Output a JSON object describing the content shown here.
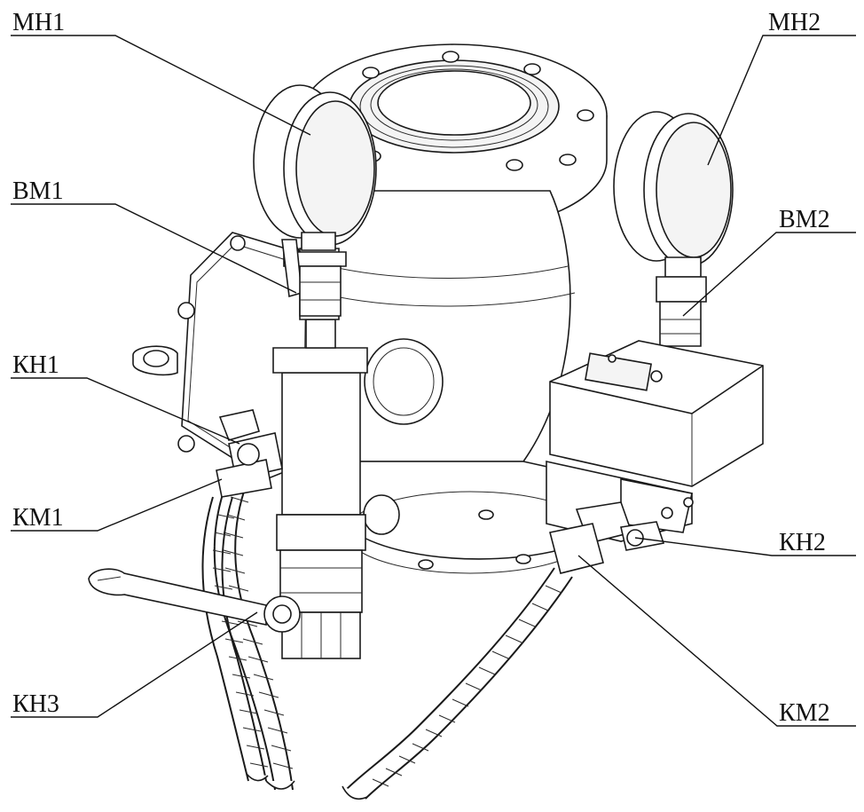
{
  "colors": {
    "line": "#1a1a1a",
    "paper": "#ffffff",
    "shade": "#f4f4f4"
  },
  "labels": {
    "mh1": "МН1",
    "mh2": "МН2",
    "bm1": "ВМ1",
    "bm2": "ВМ2",
    "kh1": "КН1",
    "kh2": "КН2",
    "km1": "КМ1",
    "km2": "КМ2",
    "kh3": "КН3"
  }
}
